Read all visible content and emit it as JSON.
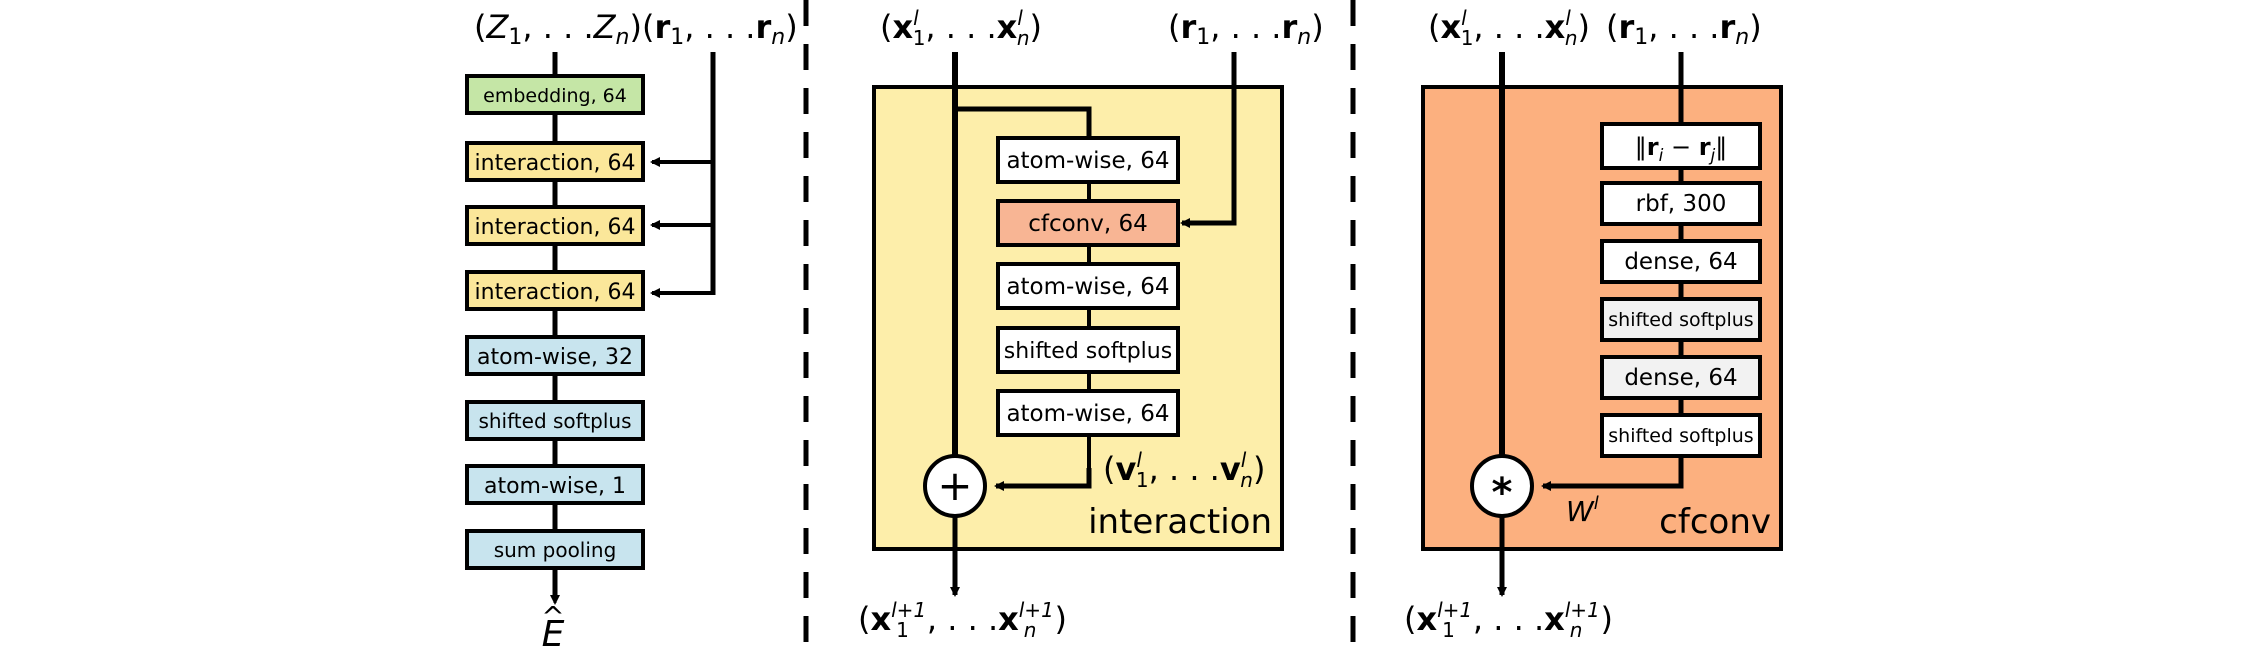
{
  "colors": {
    "embedding": "#c5e6a6",
    "interaction": "#fbe79a",
    "dense_blue": "#c8e4ee",
    "cfconv_box": "#f8b594",
    "interaction_panel": "#fdeeaa",
    "cfconv_panel": "#fcb07f",
    "gray_box": "#f2f2f2",
    "white_box": "#ffffff"
  },
  "left_column": {
    "inputs": {
      "z_open": "(",
      "z_first": "Z",
      "z_first_sub": "1",
      "z_sep": ", . . .",
      "z_last": "Z",
      "z_last_sub": "n",
      "z_close": ")",
      "r_open": "(",
      "r_first": "r",
      "r_first_sub": "1",
      "r_sep": ", . . .",
      "r_last": "r",
      "r_last_sub": "n",
      "r_close": ")"
    },
    "layers": [
      {
        "label": "embedding, 64",
        "kind": "embedding"
      },
      {
        "label": "interaction, 64",
        "kind": "interaction"
      },
      {
        "label": "interaction, 64",
        "kind": "interaction"
      },
      {
        "label": "interaction, 64",
        "kind": "interaction"
      },
      {
        "label": "atom-wise, 32",
        "kind": "dense_blue"
      },
      {
        "label": "shifted softplus",
        "kind": "dense_blue"
      },
      {
        "label": "atom-wise, 1",
        "kind": "dense_blue"
      },
      {
        "label": "sum pooling",
        "kind": "dense_blue"
      }
    ],
    "output": {
      "symbol": "E",
      "hat": "^"
    }
  },
  "interaction_block": {
    "title": "interaction",
    "input_x": {
      "open": "(",
      "first": "x",
      "first_sup": "l",
      "first_sub": "1",
      "sep": ", . . .",
      "last": "x",
      "last_sup": "l",
      "last_sub": "n",
      "close": ")"
    },
    "input_r": {
      "open": "(",
      "first": "r",
      "first_sub": "1",
      "sep": ", . . .",
      "last": "r",
      "last_sub": "n",
      "close": ")"
    },
    "layers": [
      {
        "label": "atom-wise, 64",
        "kind": "white_box"
      },
      {
        "label": "cfconv, 64",
        "kind": "cfconv_box"
      },
      {
        "label": "atom-wise, 64",
        "kind": "white_box"
      },
      {
        "label": "shifted softplus",
        "kind": "white_box"
      },
      {
        "label": "atom-wise, 64",
        "kind": "white_box"
      }
    ],
    "residual_symbol": "+",
    "v_label": {
      "open": "(",
      "first": "v",
      "first_sup": "l",
      "first_sub": "1",
      "sep": ", . . .",
      "last": "v",
      "last_sup": "l",
      "last_sub": "n",
      "close": ")"
    },
    "output_x": {
      "open": "(",
      "first": "x",
      "first_sup": "l+1",
      "first_sub": "1",
      "sep": ", . . .",
      "last": "x",
      "last_sup": "l+1",
      "last_sub": "n",
      "close": ")"
    }
  },
  "cfconv_block": {
    "title": "cfconv",
    "input_x": {
      "open": "(",
      "first": "x",
      "first_sup": "l",
      "first_sub": "1",
      "sep": ", . . .",
      "last": "x",
      "last_sup": "l",
      "last_sub": "n",
      "close": ")"
    },
    "input_r": {
      "open": "(",
      "first": "r",
      "first_sub": "1",
      "sep": ", . . .",
      "last": "r",
      "last_sub": "n",
      "close": ")"
    },
    "distance": {
      "bar_left": "‖",
      "r_i": "r",
      "i": "i",
      "minus": " − ",
      "r_j": "r",
      "j": "j",
      "bar_right": "‖"
    },
    "layers": [
      {
        "label": "rbf, 300",
        "kind": "white_box"
      },
      {
        "label": "dense, 64",
        "kind": "white_box"
      },
      {
        "label": "shifted softplus",
        "kind": "gray_box"
      },
      {
        "label": "dense, 64",
        "kind": "gray_box"
      },
      {
        "label": "shifted softplus",
        "kind": "white_box"
      }
    ],
    "filter_symbol": "*",
    "w_label": {
      "base": "W",
      "sup": "l"
    },
    "output_x": {
      "open": "(",
      "first": "x",
      "first_sup": "l+1",
      "first_sub": "1",
      "sep": ", . . .",
      "last": "x",
      "last_sup": "l+1",
      "last_sub": "n",
      "close": ")"
    }
  }
}
